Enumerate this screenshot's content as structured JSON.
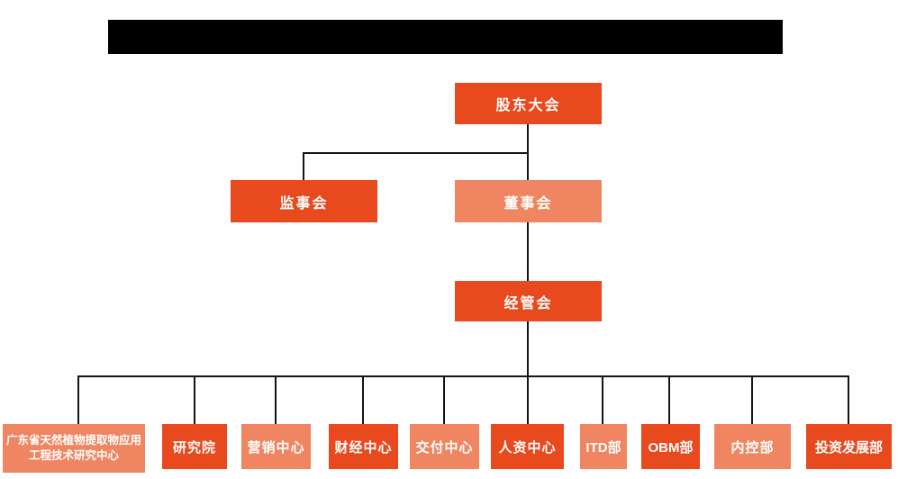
{
  "title_bar": {
    "type": "redacted-black-bar",
    "color": "#000000"
  },
  "palette": {
    "primary_orange": "#E8491D",
    "secondary_salmon": "#EF8661",
    "line_color": "#141414",
    "node_text_color": "#FFFFFF",
    "background": "#FFFFFF"
  },
  "org_chart": {
    "type": "org-hierarchy",
    "nodes": [
      {
        "id": "shareholders-meeting",
        "label": "股东大会",
        "color": "#E8491D",
        "level": 1
      },
      {
        "id": "supervisory-board",
        "label": "监事会",
        "color": "#E8491D",
        "level": 2
      },
      {
        "id": "board-of-directors",
        "label": "董事会",
        "color": "#EF8661",
        "level": 2
      },
      {
        "id": "management-committee",
        "label": "经管会",
        "color": "#E8491D",
        "level": 3
      },
      {
        "id": "guangdong-research-center",
        "label": "广东省天然植物提取物应用工程技术研究中心",
        "color": "#EF8661",
        "level": 4
      },
      {
        "id": "research-institute",
        "label": "研究院",
        "color": "#E8491D",
        "level": 4
      },
      {
        "id": "marketing-center",
        "label": "营销中心",
        "color": "#EF8661",
        "level": 4
      },
      {
        "id": "finance-center",
        "label": "财经中心",
        "color": "#E8491D",
        "level": 4
      },
      {
        "id": "delivery-center",
        "label": "交付中心",
        "color": "#EF8661",
        "level": 4
      },
      {
        "id": "hr-center",
        "label": "人资中心",
        "color": "#E8491D",
        "level": 4
      },
      {
        "id": "itd-dept",
        "label": "ITD部",
        "color": "#EF8661",
        "level": 4
      },
      {
        "id": "obm-dept",
        "label": "OBM部",
        "color": "#E8491D",
        "level": 4
      },
      {
        "id": "internal-control-dept",
        "label": "内控部",
        "color": "#EF8661",
        "level": 4
      },
      {
        "id": "investment-dev-dept",
        "label": "投资发展部",
        "color": "#E8491D",
        "level": 4
      }
    ],
    "edges": [
      {
        "from": "shareholders-meeting",
        "to": "supervisory-board"
      },
      {
        "from": "shareholders-meeting",
        "to": "board-of-directors"
      },
      {
        "from": "board-of-directors",
        "to": "management-committee"
      },
      {
        "from": "management-committee",
        "to": "guangdong-research-center"
      },
      {
        "from": "management-committee",
        "to": "research-institute"
      },
      {
        "from": "management-committee",
        "to": "marketing-center"
      },
      {
        "from": "management-committee",
        "to": "finance-center"
      },
      {
        "from": "management-committee",
        "to": "delivery-center"
      },
      {
        "from": "management-committee",
        "to": "hr-center"
      },
      {
        "from": "management-committee",
        "to": "itd-dept"
      },
      {
        "from": "management-committee",
        "to": "obm-dept"
      },
      {
        "from": "management-committee",
        "to": "internal-control-dept"
      },
      {
        "from": "management-committee",
        "to": "investment-dev-dept"
      }
    ]
  }
}
